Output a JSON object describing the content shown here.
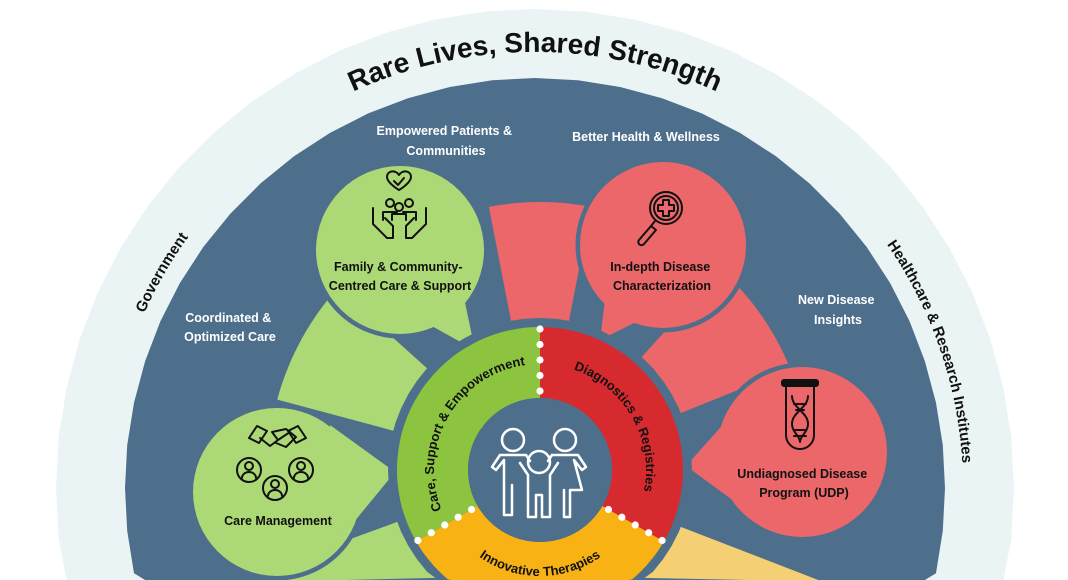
{
  "title": "Rare Lives, Shared Strength",
  "outer_labels": {
    "left": "Government",
    "right": "Healthcare & Research Institutes"
  },
  "outcomes": {
    "empowered": [
      "Empowered Patients &",
      "Communities"
    ],
    "health": "Better Health & Wellness",
    "coordinated": [
      "Coordinated &",
      "Optimized Care"
    ],
    "insights": [
      "New Disease",
      "Insights"
    ]
  },
  "programs": {
    "family": [
      "Family & Community-",
      "Centred Care & Support"
    ],
    "characterization": [
      "In-depth Disease",
      "Characterization"
    ],
    "care_management": "Care Management",
    "udp": [
      "Undiagnosed Disease",
      "Program (UDP)"
    ]
  },
  "pillars": {
    "care": "Care,  Support & Empowerment",
    "diagnostics": "Diagnostics & Registries",
    "therapies": "Innovative Therapies"
  },
  "colors": {
    "outer": "#eaf4f5",
    "blue": "#4e6f8c",
    "light_green": "#acd876",
    "light_red": "#ec6769",
    "light_yellow": "#f5cf74",
    "ring_green": "#8cc43f",
    "ring_red": "#d62a2f",
    "ring_yellow": "#f8b214"
  },
  "icons": {
    "center": "family-icon",
    "family": "hands-community-heart-icon",
    "characterization": "magnifier-medical-cross-icon",
    "care_management": "handshake-people-icon",
    "udp": "dna-test-tube-icon"
  }
}
